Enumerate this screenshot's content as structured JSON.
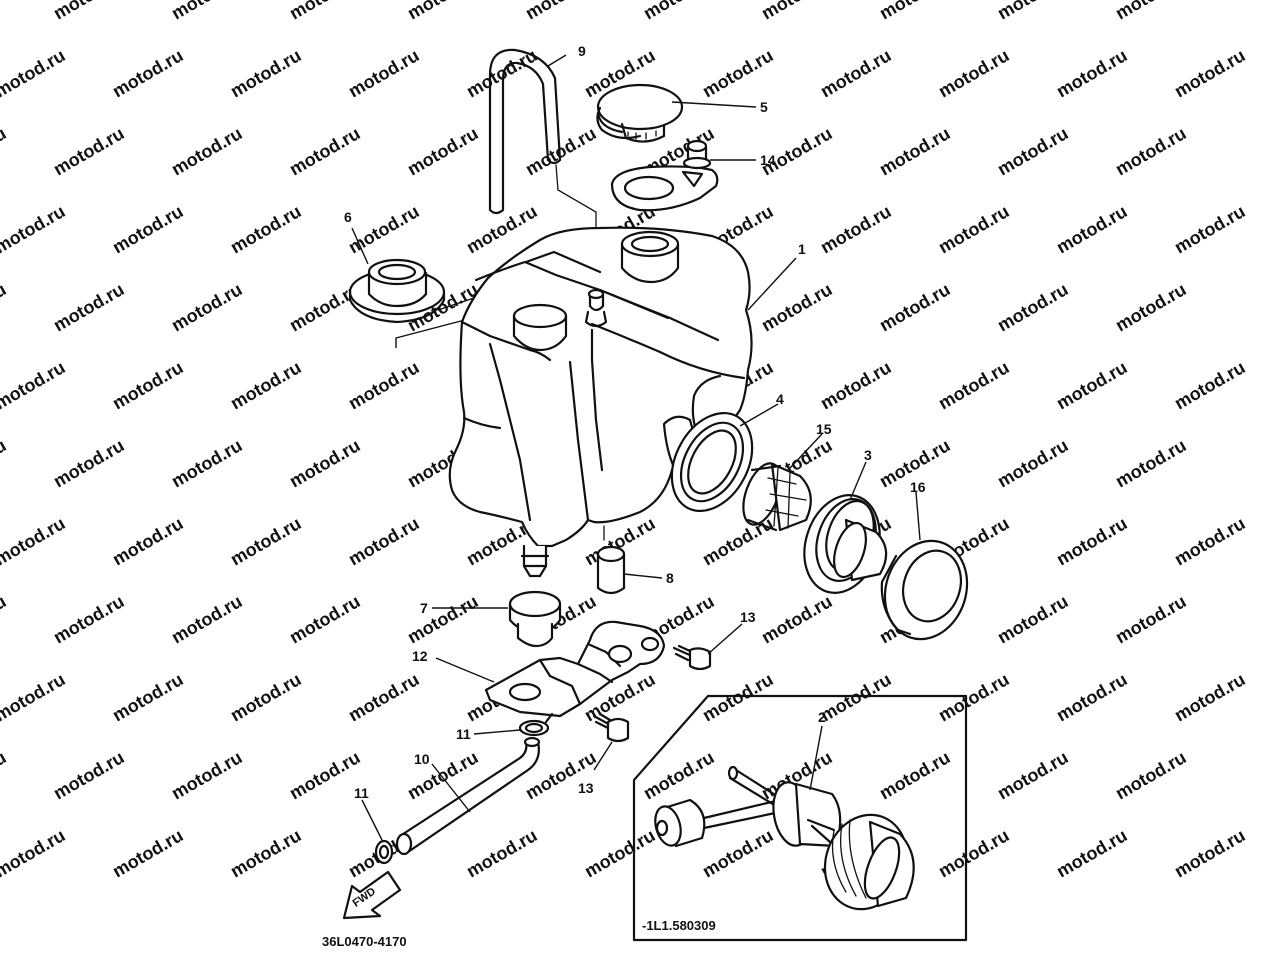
{
  "diagram": {
    "watermark": "motod.ru",
    "callouts": {
      "c1": "1",
      "c2": "2",
      "c3": "3",
      "c4": "4",
      "c5": "5",
      "c6": "6",
      "c7": "7",
      "c8": "8",
      "c9": "9",
      "c10": "10",
      "c11a": "11",
      "c11b": "11",
      "c12": "12",
      "c13a": "13",
      "c13b": "13",
      "c14": "14",
      "c15": "15",
      "c16": "16"
    },
    "forward_label": "FWD",
    "inset_code": "-1L1.580309",
    "drawing_code": "36L0470-4170"
  }
}
